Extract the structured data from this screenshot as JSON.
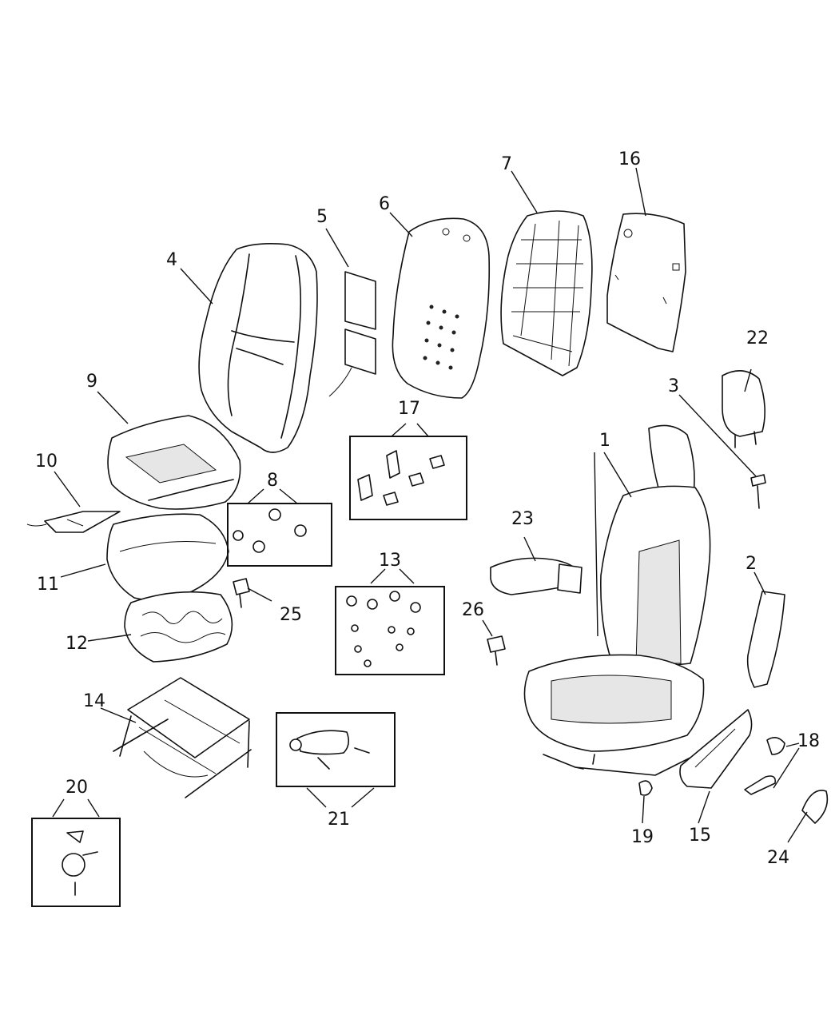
{
  "callouts": [
    "1",
    "2",
    "3",
    "4",
    "5",
    "6",
    "7",
    "8",
    "9",
    "10",
    "11",
    "12",
    "13",
    "14",
    "15",
    "16",
    "17",
    "18",
    "19",
    "20",
    "21",
    "22",
    "23",
    "24",
    "25",
    "26"
  ],
  "colors": {
    "line": "#111111",
    "background": "#ffffff"
  }
}
